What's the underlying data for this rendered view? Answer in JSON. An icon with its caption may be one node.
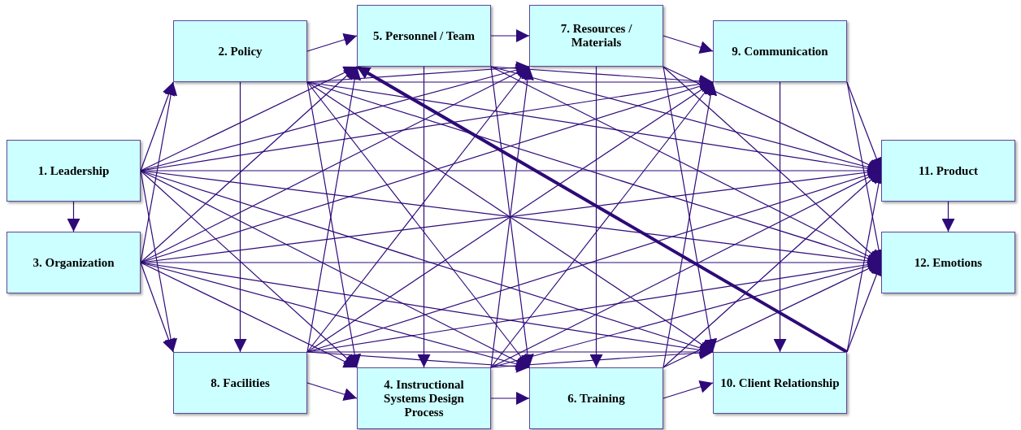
{
  "diagram": {
    "nodes": [
      {
        "text": [
          "1. Leadership"
        ]
      },
      {
        "text": [
          "2. Policy"
        ]
      },
      {
        "text": [
          "3. Organization"
        ]
      },
      {
        "text": [
          "4. Instructional Systems Design Process"
        ]
      },
      {
        "text": [
          "5. Personnel / Team"
        ]
      },
      {
        "text": [
          "6. Training"
        ]
      },
      {
        "text": [
          "7. Resources / Materials"
        ]
      },
      {
        "text": [
          "8. Facilities"
        ]
      },
      {
        "text": [
          "9. Communication"
        ]
      },
      {
        "text": [
          "10. Client Relationship"
        ]
      },
      {
        "text": [
          "11. Product"
        ]
      },
      {
        "text": [
          "12. Emotions"
        ]
      }
    ],
    "edges": [
      {
        "from": 0,
        "to": 2,
        "arrow": "to"
      },
      {
        "from": 1,
        "to": 7,
        "arrow": "to"
      },
      {
        "from": 4,
        "to": 3,
        "arrow": "to"
      },
      {
        "from": 6,
        "to": 5,
        "arrow": "to"
      },
      {
        "from": 8,
        "to": 9,
        "arrow": "to"
      },
      {
        "from": 10,
        "to": 11,
        "arrow": "to"
      },
      {
        "from": 0,
        "to": 1,
        "arrow": "to"
      },
      {
        "from": 0,
        "to": 7,
        "arrow": "to"
      },
      {
        "from": 0,
        "to": 4,
        "arrow": "to"
      },
      {
        "from": 0,
        "to": 3,
        "arrow": "to"
      },
      {
        "from": 0,
        "to": 6,
        "arrow": "to"
      },
      {
        "from": 0,
        "to": 5,
        "arrow": "to"
      },
      {
        "from": 0,
        "to": 8,
        "arrow": "to"
      },
      {
        "from": 0,
        "to": 9,
        "arrow": "to"
      },
      {
        "from": 0,
        "to": 10,
        "arrow": "to"
      },
      {
        "from": 0,
        "to": 11,
        "arrow": "to"
      },
      {
        "from": 2,
        "to": 1,
        "arrow": "to"
      },
      {
        "from": 2,
        "to": 7,
        "arrow": "to"
      },
      {
        "from": 2,
        "to": 4,
        "arrow": "to"
      },
      {
        "from": 2,
        "to": 3,
        "arrow": "to"
      },
      {
        "from": 2,
        "to": 6,
        "arrow": "to"
      },
      {
        "from": 2,
        "to": 5,
        "arrow": "to"
      },
      {
        "from": 2,
        "to": 8,
        "arrow": "to"
      },
      {
        "from": 2,
        "to": 9,
        "arrow": "to"
      },
      {
        "from": 2,
        "to": 10,
        "arrow": "to"
      },
      {
        "from": 2,
        "to": 11,
        "arrow": "to"
      },
      {
        "from": 1,
        "to": 4,
        "arrow": "to"
      },
      {
        "from": 1,
        "to": 3,
        "arrow": "to"
      },
      {
        "from": 1,
        "to": 6,
        "arrow": "to"
      },
      {
        "from": 1,
        "to": 5,
        "arrow": "to"
      },
      {
        "from": 1,
        "to": 8,
        "arrow": "to"
      },
      {
        "from": 1,
        "to": 9,
        "arrow": "to"
      },
      {
        "from": 1,
        "to": 10,
        "arrow": "to"
      },
      {
        "from": 1,
        "to": 11,
        "arrow": "to"
      },
      {
        "from": 7,
        "to": 4,
        "arrow": "to"
      },
      {
        "from": 7,
        "to": 3,
        "arrow": "to"
      },
      {
        "from": 7,
        "to": 6,
        "arrow": "to"
      },
      {
        "from": 7,
        "to": 5,
        "arrow": "to"
      },
      {
        "from": 7,
        "to": 8,
        "arrow": "to"
      },
      {
        "from": 7,
        "to": 9,
        "arrow": "to"
      },
      {
        "from": 7,
        "to": 10,
        "arrow": "to"
      },
      {
        "from": 7,
        "to": 11,
        "arrow": "to"
      },
      {
        "from": 4,
        "to": 6,
        "arrow": "to"
      },
      {
        "from": 4,
        "to": 5,
        "arrow": "to"
      },
      {
        "from": 4,
        "to": 8,
        "arrow": "to"
      },
      {
        "from": 4,
        "to": 10,
        "arrow": "to"
      },
      {
        "from": 4,
        "to": 11,
        "arrow": "to"
      },
      {
        "from": 3,
        "to": 6,
        "arrow": "to"
      },
      {
        "from": 3,
        "to": 5,
        "arrow": "to"
      },
      {
        "from": 3,
        "to": 8,
        "arrow": "to"
      },
      {
        "from": 3,
        "to": 9,
        "arrow": "to"
      },
      {
        "from": 3,
        "to": 10,
        "arrow": "to"
      },
      {
        "from": 3,
        "to": 11,
        "arrow": "to"
      },
      {
        "from": 6,
        "to": 8,
        "arrow": "to"
      },
      {
        "from": 6,
        "to": 9,
        "arrow": "to"
      },
      {
        "from": 6,
        "to": 10,
        "arrow": "to"
      },
      {
        "from": 6,
        "to": 11,
        "arrow": "to"
      },
      {
        "from": 5,
        "to": 8,
        "arrow": "to"
      },
      {
        "from": 5,
        "to": 9,
        "arrow": "to"
      },
      {
        "from": 5,
        "to": 10,
        "arrow": "to"
      },
      {
        "from": 5,
        "to": 11,
        "arrow": "to"
      },
      {
        "from": 8,
        "to": 10,
        "arrow": "to"
      },
      {
        "from": 8,
        "to": 11,
        "arrow": "to"
      },
      {
        "from": 9,
        "to": 10,
        "arrow": "to"
      },
      {
        "from": 9,
        "to": 11,
        "arrow": "to"
      },
      {
        "from": 9,
        "to": 4,
        "arrow": "to",
        "style": "thick"
      }
    ]
  }
}
